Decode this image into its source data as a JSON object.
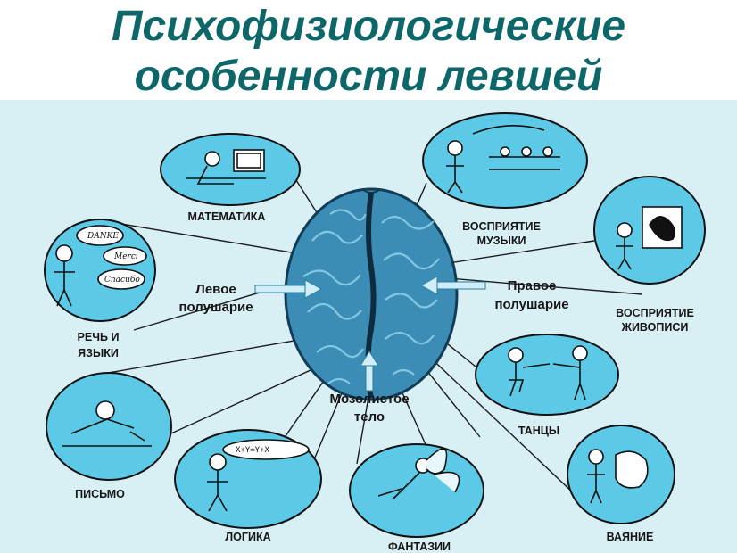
{
  "title": {
    "line1": "Психофизиологические",
    "line2": "особенности левшей"
  },
  "center": {
    "left_hemisphere": [
      "Левое",
      "полушарие"
    ],
    "right_hemisphere": [
      "Правое",
      "полушарие"
    ],
    "corpus_callosum": [
      "Мозолистое",
      "тело"
    ]
  },
  "bubbles": {
    "math": "МАТЕМАТИКА",
    "speech": [
      "РЕЧЬ И",
      "ЯЗЫКИ"
    ],
    "speech_words": [
      "DANKE",
      "Merci",
      "Спасибо"
    ],
    "writing": "ПИСЬМО",
    "logic": "ЛОГИКА",
    "logic_formula": "X+Y=Y+X",
    "fantasy": "ФАНТАЗИИ",
    "music": [
      "ВОСПРИЯТИЕ",
      "МУЗЫКИ"
    ],
    "painting": [
      "ВОСПРИЯТИЕ",
      "ЖИВОПИСИ"
    ],
    "dance": "ТАНЦЫ",
    "sculpture": "ВАЯНИЕ"
  },
  "colors": {
    "title": "#0d6668",
    "background_panel": "#d8eff4",
    "bubble_fill": "#5cc9e6",
    "brain_fill": "#3b8db5"
  }
}
